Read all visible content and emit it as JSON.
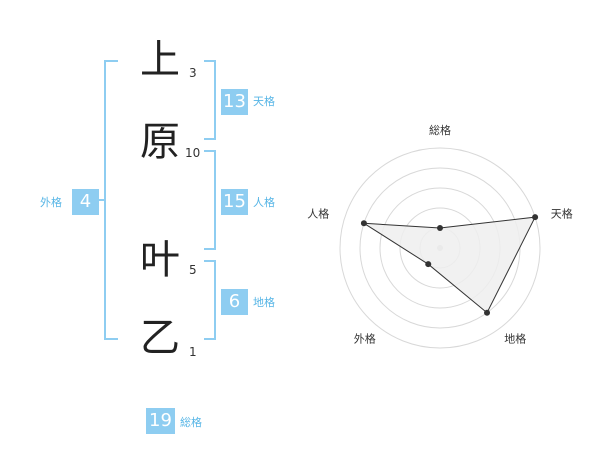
{
  "name": {
    "characters": [
      {
        "char": "上",
        "strokes": "3"
      },
      {
        "char": "原",
        "strokes": "10"
      },
      {
        "char": "叶",
        "strokes": "5"
      },
      {
        "char": "乙",
        "strokes": "1"
      }
    ]
  },
  "kakusu": {
    "tenkaku": {
      "value": "13",
      "label": "天格"
    },
    "jinkaku": {
      "value": "15",
      "label": "人格"
    },
    "chikaku": {
      "value": "6",
      "label": "地格"
    },
    "gaikaku": {
      "value": "4",
      "label": "外格"
    },
    "soukaku": {
      "value": "19",
      "label": "総格"
    }
  },
  "colors": {
    "accent": "#8ecdf1",
    "accent_text": "#56b5e6",
    "radar_fill": "#eeeeee",
    "radar_line": "#333333"
  },
  "chart_data": {
    "type": "radar",
    "axes": [
      "総格",
      "天格",
      "地格",
      "外格",
      "人格"
    ],
    "rings": 5,
    "values": [
      1,
      5,
      4,
      1,
      4
    ],
    "max": 5,
    "grid": true
  }
}
